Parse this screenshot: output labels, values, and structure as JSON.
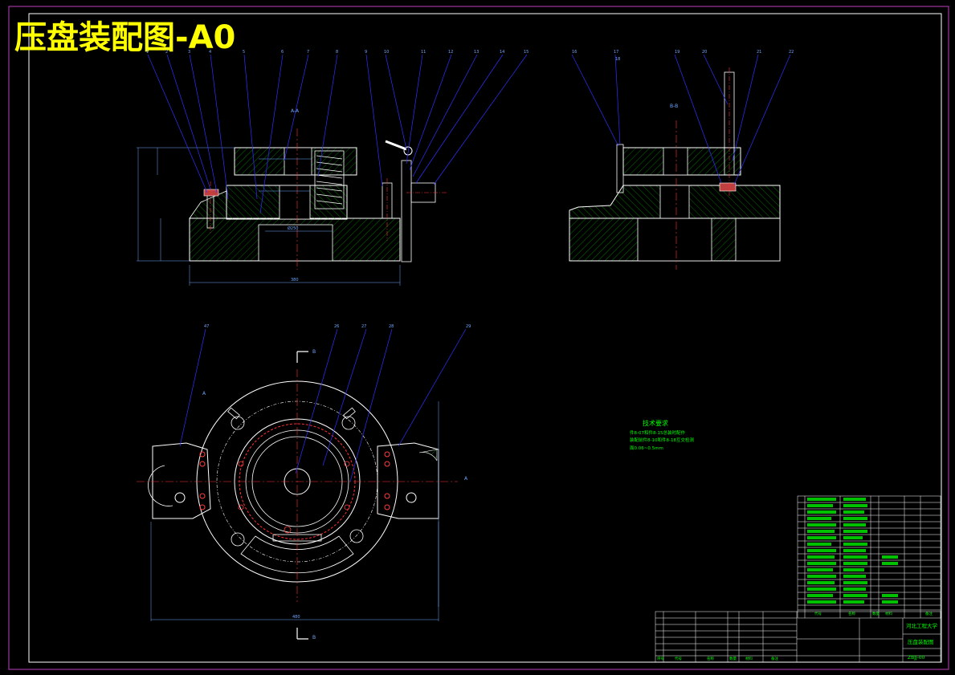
{
  "title": "压盘装配图-A0",
  "views": {
    "section_a": "A-A",
    "section_b": "B-B",
    "cut_b_top": "B",
    "cut_b_bottom": "B",
    "view_a": "A",
    "view_a_right": "A"
  },
  "balloons_top": [
    "1",
    "2",
    "3",
    "4",
    "5",
    "6",
    "7",
    "8",
    "9",
    "10",
    "11",
    "12",
    "13",
    "14",
    "15"
  ],
  "balloons_right": [
    "16",
    "17",
    "18",
    "19",
    "20",
    "21",
    "22"
  ],
  "balloons_plan": [
    "47",
    "26",
    "27",
    "28",
    "29"
  ],
  "dimensions": {
    "overall_width": "380",
    "bore": "Ø250",
    "plan_width": "480"
  },
  "tech_notes": {
    "heading": "技术要求",
    "lines": [
      "件8-07和件8-15总装时配作",
      "装配前件8-10和件8-18互交检测",
      "面0.06~0.5mm"
    ]
  },
  "title_block": {
    "school": "河北工程大学",
    "drawing_name": "压盘装配图",
    "drawing_no": "ZBJJ-00",
    "col_seq": "序号",
    "col_code": "代号",
    "col_name": "名称",
    "col_qty": "数量",
    "col_material": "材料",
    "col_note": "备注"
  }
}
